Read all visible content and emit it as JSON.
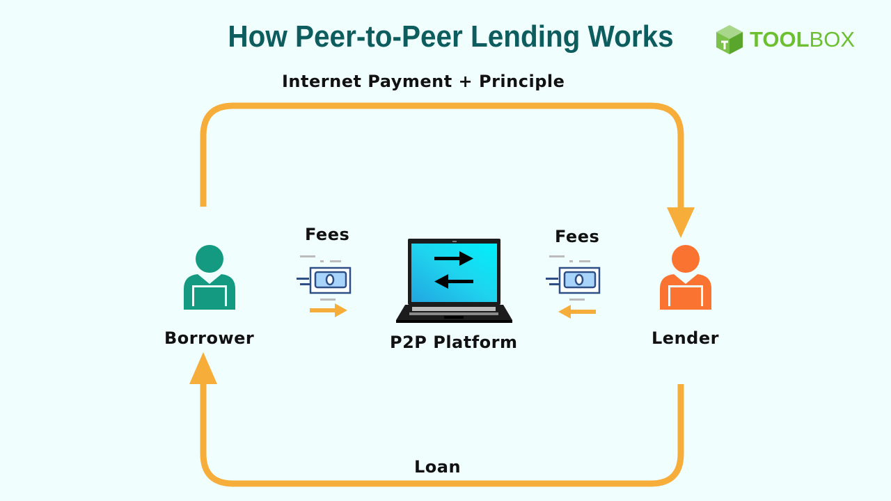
{
  "title": "How Peer-to-Peer Lending Works",
  "logo": {
    "bold": "TOOL",
    "light": "BOX"
  },
  "labels": {
    "top_flow": "Internet Payment + Principle",
    "bottom_flow": "Loan",
    "borrower": "Borrower",
    "lender": "Lender",
    "platform": "P2P Platform",
    "fees_left": "Fees",
    "fees_right": "Fees"
  },
  "colors": {
    "flow": "#f6ad3a",
    "borrower": "#139a80",
    "lender": "#fb7330",
    "title": "#0d5c5e",
    "brand": "#6cbf2f"
  }
}
